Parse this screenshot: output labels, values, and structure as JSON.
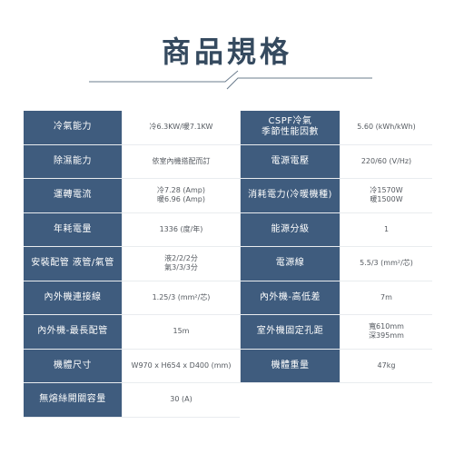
{
  "title": "商品規格",
  "rows": [
    {
      "l1": "冷氣能力",
      "v1": "冷6.3KW/暖7.1KW",
      "l2": "CSPF冷氣\n季節性能因數",
      "v2": "5.60 (kWh/kWh)"
    },
    {
      "l1": "除濕能力",
      "v1": "依室內機搭配而訂",
      "l2": "電源電壓",
      "v2": "220/60 (V/Hz)"
    },
    {
      "l1": "運轉電流",
      "v1": "冷7.28 (Amp)\n暖6.96 (Amp)",
      "l2": "消耗電力(冷暖機種)",
      "v2": "冷1570W\n暖1500W"
    },
    {
      "l1": "年耗電量",
      "v1": "1336 (度/年)",
      "l2": "能源分級",
      "v2": "1"
    },
    {
      "l1": "安裝配管 液管/氣管",
      "v1": "液2/2/2分\n氣3/3/3分",
      "l2": "電源線",
      "v2": "5.5/3 (mm²/芯)"
    },
    {
      "l1": "內外機連接線",
      "v1": "1.25/3 (mm²/芯)",
      "l2": "內外機-高低差",
      "v2": "7m"
    },
    {
      "l1": "內外機-最長配管",
      "v1": "15m",
      "l2": "室外機固定孔距",
      "v2": "寬610mm\n深395mm"
    },
    {
      "l1": "機體尺寸",
      "v1": "W970 x H654 x D400 (mm)",
      "l2": "機體重量",
      "v2": "47kg"
    },
    {
      "l1": "無熔絲開關容量",
      "v1": "30 (A)"
    }
  ],
  "colors": {
    "label_bg": "#3f5c7e",
    "title": "#354a5f",
    "row_bg": "#e9ecef"
  }
}
